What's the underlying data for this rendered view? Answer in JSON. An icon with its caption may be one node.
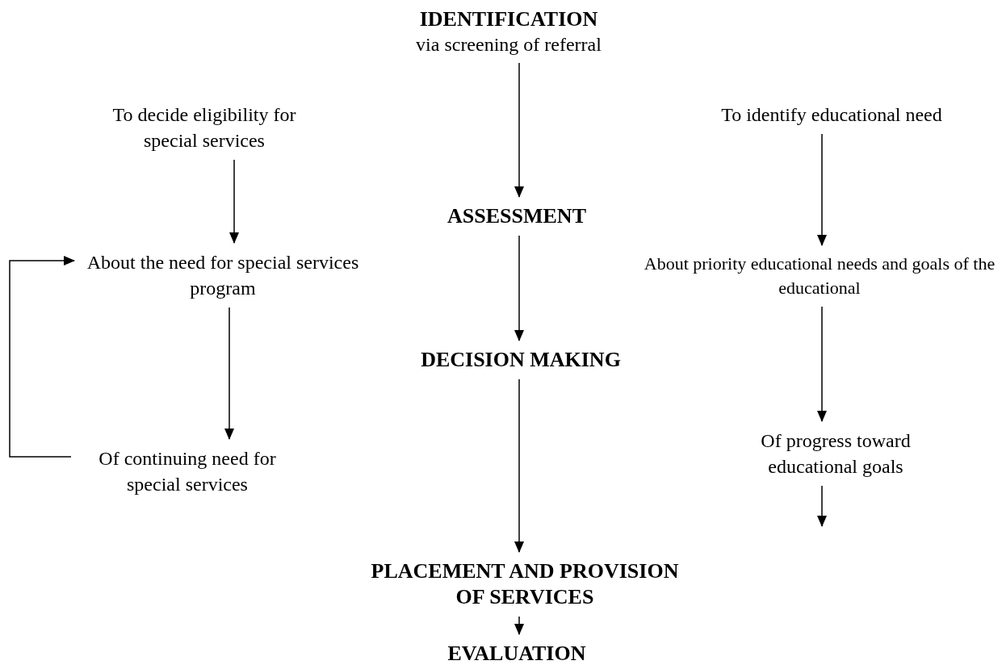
{
  "diagram": {
    "nodes": [
      {
        "text": [
          "IDENTIFICATION",
          "via screening of referral"
        ]
      },
      {
        "text": [
          "To decide eligibility for special services"
        ]
      },
      {
        "text": [
          "To identify educational need"
        ]
      },
      {
        "text": [
          "ASSESSMENT"
        ]
      },
      {
        "text": [
          "About the need for special services program"
        ]
      },
      {
        "text": [
          "About priority educational needs and goals of the educational"
        ]
      },
      {
        "text": [
          "DECISION MAKING"
        ]
      },
      {
        "text": [
          "Of continuing need for special services"
        ]
      },
      {
        "text": [
          "Of progress toward educational goals"
        ]
      },
      {
        "text": [
          "PLACEMENT AND PROVISION OF SERVICES"
        ]
      },
      {
        "text": [
          "EVALUATION"
        ]
      }
    ],
    "edges": [
      {
        "from": 0,
        "to": 3,
        "arrow": "to"
      },
      {
        "from": 1,
        "to": 4,
        "arrow": "to"
      },
      {
        "from": 2,
        "to": 5,
        "arrow": "to"
      },
      {
        "from": 3,
        "to": 6,
        "arrow": "to"
      },
      {
        "from": 4,
        "to": 7,
        "arrow": "to"
      },
      {
        "from": 5,
        "to": 8,
        "arrow": "to"
      },
      {
        "from": 7,
        "to": 4,
        "arrow": "to"
      },
      {
        "from": 6,
        "to": 9,
        "arrow": "to"
      },
      {
        "from": 8,
        "to": null,
        "arrow": "to"
      },
      {
        "from": 9,
        "to": 10,
        "arrow": "to"
      }
    ]
  }
}
